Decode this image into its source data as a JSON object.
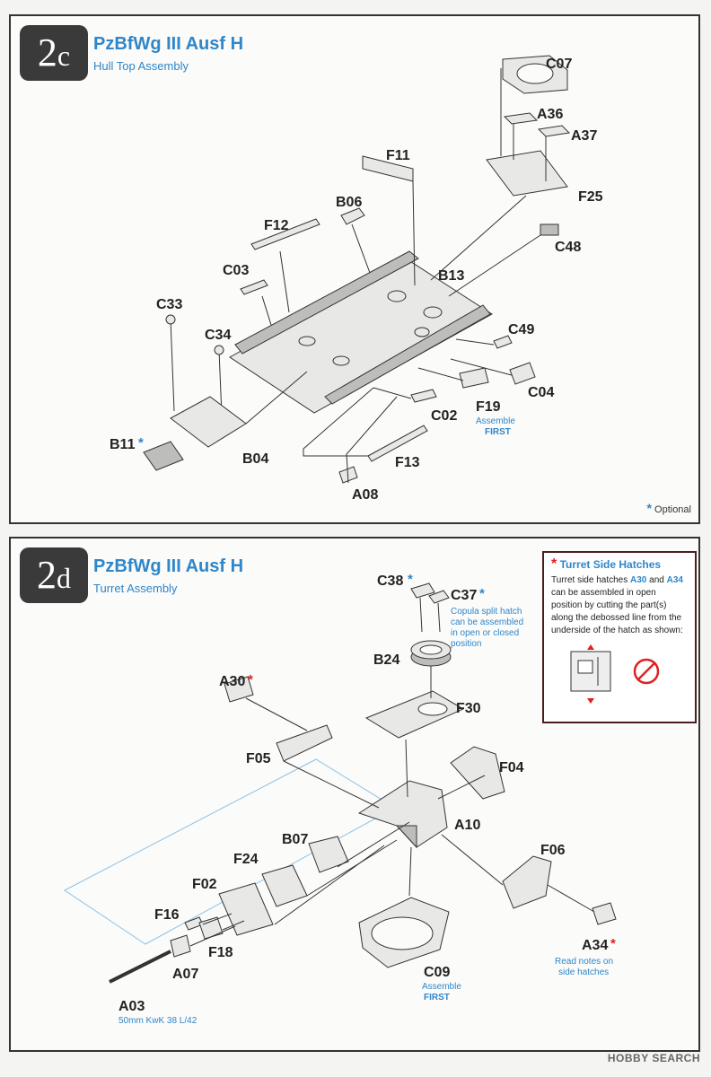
{
  "step_2c": {
    "badge_num": "2",
    "badge_letter": "c",
    "title": "PzBfWg III Ausf H",
    "subtitle": "Hull Top Assembly",
    "optional_star": "*",
    "optional_label": "Optional",
    "parts": {
      "C07": "C07",
      "A36": "A36",
      "A37": "A37",
      "F25": "F25",
      "F11": "F11",
      "B06": "B06",
      "F12": "F12",
      "C48": "C48",
      "C03": "C03",
      "B13": "B13",
      "C33": "C33",
      "C34": "C34",
      "C49": "C49",
      "C04": "C04",
      "F19": "F19",
      "C02": "C02",
      "B11": "B11",
      "B04": "B04",
      "F13": "F13",
      "A08": "A08"
    },
    "b11_star": "*",
    "f19_note_1": "Assemble",
    "f19_note_2": "FIRST"
  },
  "step_2d": {
    "badge_num": "2",
    "badge_letter": "d",
    "title": "PzBfWg III Ausf H",
    "subtitle": "Turret Assembly",
    "parts": {
      "C38": "C38",
      "C37": "C37",
      "B24": "B24",
      "A30": "A30",
      "F30": "F30",
      "F05": "F05",
      "F04": "F04",
      "A10": "A10",
      "B07": "B07",
      "F06": "F06",
      "F24": "F24",
      "F02": "F02",
      "F16": "F16",
      "F18": "F18",
      "A07": "A07",
      "A34": "A34",
      "C09": "C09",
      "A03": "A03"
    },
    "c38_star": "*",
    "c37_star": "*",
    "a30_star": "*",
    "a34_star": "*",
    "c37_note": [
      "Copula split hatch",
      "can be assembled",
      "in open or closed",
      "position"
    ],
    "a34_note": [
      "Read notes on",
      "side hatches"
    ],
    "c09_note_1": "Assemble",
    "c09_note_2": "FIRST",
    "a03_note": "50mm KwK 38 L/42",
    "callout": {
      "star": "*",
      "title": "Turret Side Hatches",
      "text_1": "Turret side hatches",
      "hl_1": "A30",
      "text_2": "and",
      "hl_2": "A34",
      "text_3": "can be assembled in open position by cutting the part(s) along the debossed line from the underside of the hatch as shown:"
    }
  },
  "watermark": "HOBBY SEARCH",
  "colors": {
    "accent_blue": "#2f86c8",
    "warning_red": "#d22222",
    "badge_bg": "#3a3a3a"
  }
}
